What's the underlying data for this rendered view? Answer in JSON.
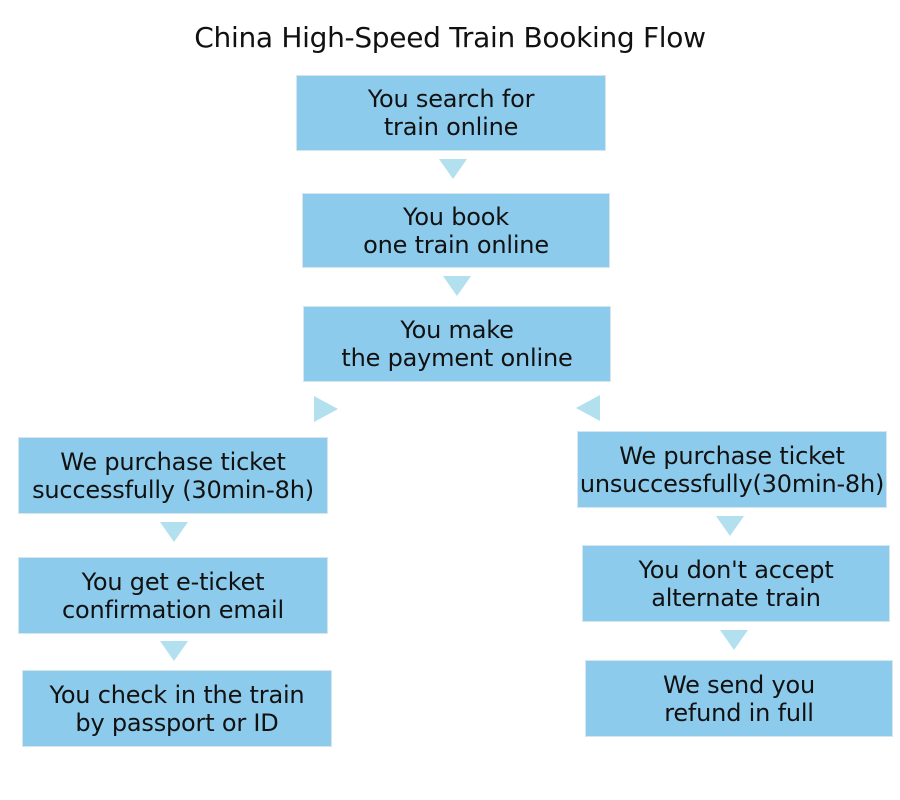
{
  "title": "China High-Speed Train Booking Flow",
  "main_flow": [
    {
      "line1": "You search for",
      "line2": "train online"
    },
    {
      "line1": "You book",
      "line2": "one train online"
    },
    {
      "line1": "You make",
      "line2": "the payment online"
    }
  ],
  "success_branch": [
    {
      "line1": "We purchase ticket",
      "line2": "successfully (30min-8h)"
    },
    {
      "line1": "You get e-ticket",
      "line2": "confirmation email"
    },
    {
      "line1": "You check in the train",
      "line2": "by passport or ID"
    }
  ],
  "failure_branch": [
    {
      "line1": "We purchase ticket",
      "line2": "unsuccessfully(30min-8h)"
    },
    {
      "line1": "You don't accept",
      "line2": "alternate train"
    },
    {
      "line1": "We send you",
      "line2": "refund in full"
    }
  ],
  "colors": {
    "box_fill": "#8ccbec",
    "arrow_fill": "#b2e0ee"
  }
}
